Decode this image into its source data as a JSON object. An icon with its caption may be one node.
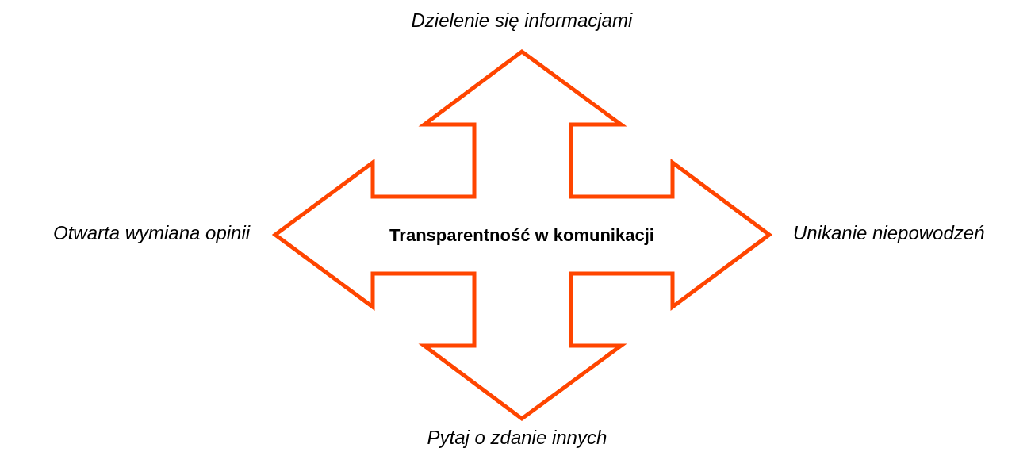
{
  "diagram": {
    "nodes": [
      {
        "text": [
          "Transparentność w komunikacji"
        ],
        "beside": [
          "Dzielenie się informacjami",
          "Unikanie niepowodzeń",
          "Pytaj o zdanie innych",
          "Otwarta wymiana opinii"
        ]
      }
    ]
  }
}
